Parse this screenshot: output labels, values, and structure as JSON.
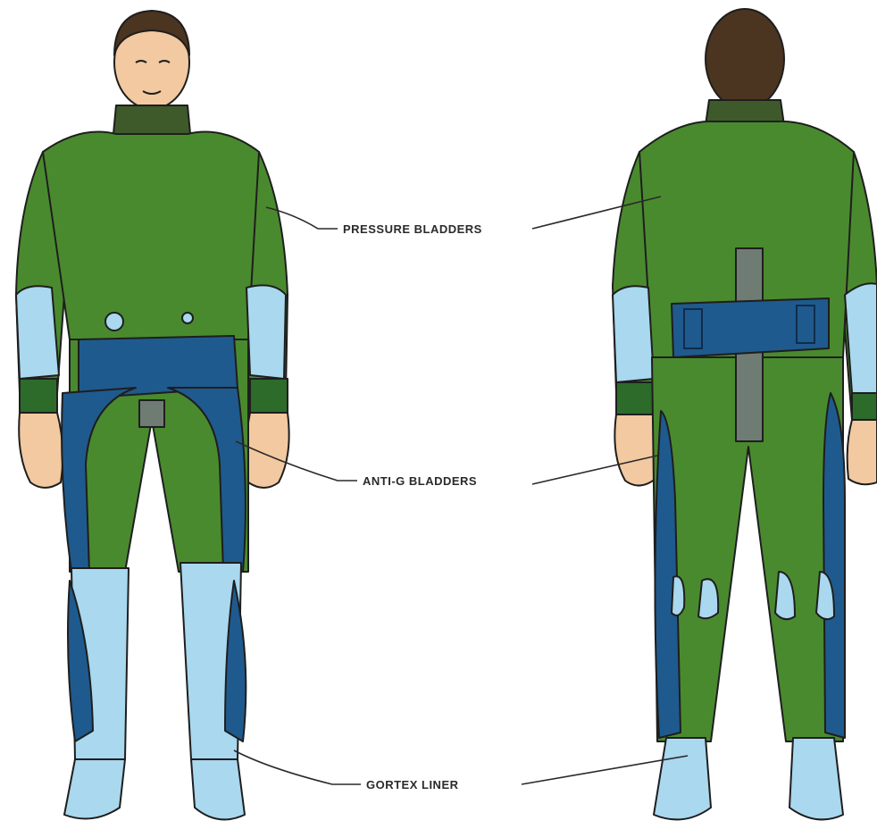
{
  "labels": {
    "pressure": "PRESSURE BLADDERS",
    "antig": "ANTI-G BLADDERS",
    "gortex": "GORTEX LINER"
  },
  "colors": {
    "suit_green": "#4a8a2e",
    "bladder_blue": "#1f5a8e",
    "liner_light_blue": "#a9d8ef",
    "collar_dark": "#3e5a2a",
    "skin": "#f2c9a0",
    "hair": "#4b3420",
    "zipper_gray": "#6f7c74"
  },
  "icons": [
    "front-figure-icon",
    "back-figure-icon"
  ]
}
